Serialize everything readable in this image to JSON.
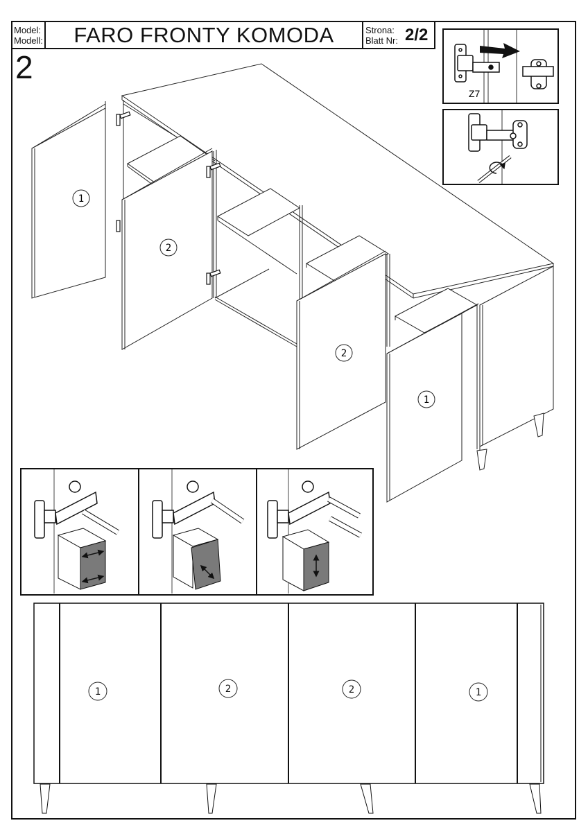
{
  "header": {
    "model_label_pl": "Model:",
    "model_label_de": "Modell:",
    "title": "FARO FRONTY KOMODA",
    "page_label_pl": "Strona:",
    "page_label_de": "Blatt Nr:",
    "page_number": "2/2"
  },
  "step": {
    "number": "2"
  },
  "main_view": {
    "door_labels": [
      "1",
      "2",
      "2",
      "1"
    ]
  },
  "hinge_detail_top": {
    "caption": "Z7",
    "arrow_direction": "right"
  },
  "hinge_detail_bottom": {
    "action": "screw-tighten"
  },
  "adjustment_panels": [
    {
      "adjustment": "side-to-side",
      "arrow_icon": "horizontal-double-arrow-icon"
    },
    {
      "adjustment": "depth",
      "arrow_icon": "diagonal-double-arrow-icon"
    },
    {
      "adjustment": "height",
      "arrow_icon": "vertical-double-arrow-icon"
    }
  ],
  "front_view": {
    "door_labels": [
      "1",
      "2",
      "2",
      "1"
    ],
    "leg_count": 4
  },
  "colors": {
    "line": "#111111",
    "door_shade": "#7a7a7a",
    "background": "#ffffff"
  }
}
